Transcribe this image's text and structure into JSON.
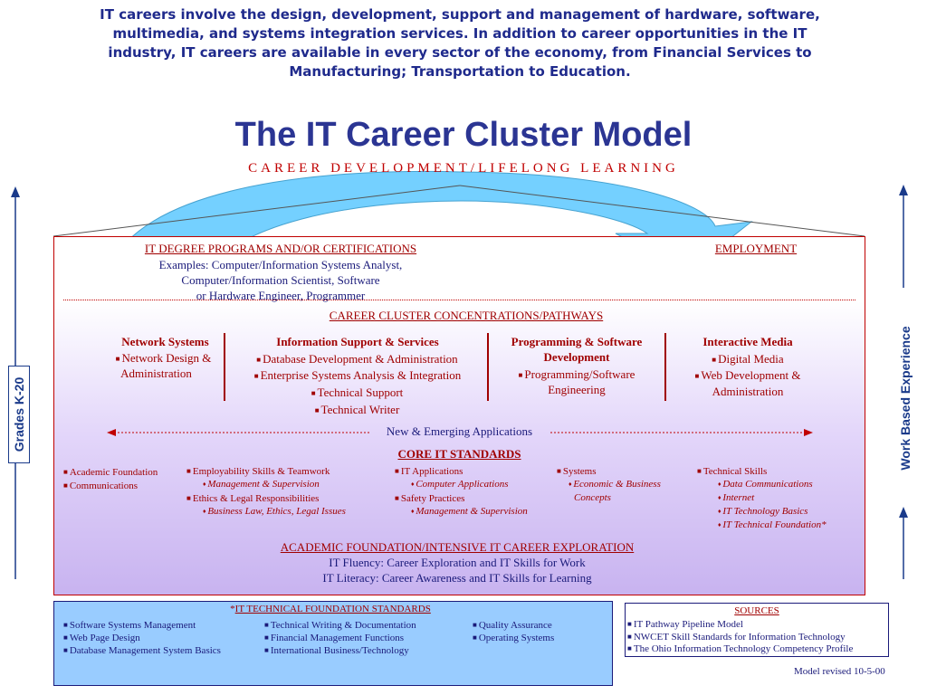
{
  "intro": "IT careers involve the design, development, support and management of hardware, software, multimedia, and systems integration services. In addition to career opportunities in the IT industry, IT careers are available in every sector of the economy, from Financial Services to Manufacturing; Transportation to Education.",
  "title": "The IT Career Cluster Model",
  "subtitle": "CAREER DEVELOPMENT/LIFELONG LEARNING",
  "side": {
    "left": "Grades K-20",
    "right": "Work Based Experience"
  },
  "degree": {
    "heading": "IT DEGREE PROGRAMS AND/OR CERTIFICATIONS",
    "line1": "Examples: Computer/Information Systems Analyst,",
    "line2": "Computer/Information Scientist, Software",
    "line3": "or Hardware Engineer, Programmer"
  },
  "employment": "EMPLOYMENT",
  "concentrations": "CAREER CLUSTER CONCENTRATIONS/PATHWAYS",
  "pathways": {
    "network": {
      "title": "Network Systems",
      "item1": "Network Design &",
      "item1b": "Administration"
    },
    "info": {
      "title": "Information Support & Services",
      "items": [
        "Database Development & Administration",
        "Enterprise Systems Analysis & Integration",
        "Technical Support",
        "Technical Writer"
      ]
    },
    "prog": {
      "title1": "Programming & Software",
      "title2": "Development",
      "item1": "Programming/Software",
      "item1b": "Engineering"
    },
    "media": {
      "title": "Interactive Media",
      "item1": "Digital Media",
      "item2": "Web Development &",
      "item2b": "Administration"
    }
  },
  "new_emerging": "New & Emerging Applications",
  "core": {
    "heading": "CORE IT STANDARDS",
    "col1": [
      "Academic Foundation",
      "Communications"
    ],
    "col2": {
      "a": "Employability Skills & Teamwork",
      "a1": "Management & Supervision",
      "b": "Ethics & Legal Responsibilities",
      "b1": "Business Law, Ethics, Legal Issues"
    },
    "col3": {
      "a": "IT Applications",
      "a1": "Computer Applications",
      "b": "Safety Practices",
      "b1": "Management & Supervision"
    },
    "col4": {
      "a": "Systems",
      "a1": "Economic & Business",
      "a1b": "Concepts"
    },
    "col5": {
      "a": "Technical Skills",
      "subs": [
        "Data Communications",
        "Internet",
        "IT Technology Basics",
        "IT Technical Foundation*"
      ]
    }
  },
  "academic": {
    "heading": "ACADEMIC FOUNDATION/INTENSIVE IT CAREER EXPLORATION",
    "line1": "IT Fluency: Career Exploration and IT Skills for Work",
    "line2": "IT Literacy: Career Awareness and IT Skills for Learning"
  },
  "foundation": {
    "heading": "IT TECHNICAL FOUNDATION STANDARDS",
    "star": "*",
    "col1": [
      "Software Systems Management",
      "Web Page Design",
      "Database Management System Basics"
    ],
    "col2": [
      "Technical Writing & Documentation",
      "Financial Management Functions",
      "International Business/Technology"
    ],
    "col3": [
      "Quality Assurance",
      "Operating Systems"
    ]
  },
  "sources": {
    "heading": "SOURCES",
    "items": [
      "IT Pathway Pipeline Model",
      "NWCET Skill Standards for Information Technology",
      "The Ohio Information Technology Competency Profile"
    ]
  },
  "revised": "Model revised 10-5-00",
  "colors": {
    "navy": "#2b3593",
    "red": "#c00000",
    "arrow_fill": "#66ccff",
    "lavender": "#c8b3f0",
    "box_blue": "#99ccff"
  }
}
